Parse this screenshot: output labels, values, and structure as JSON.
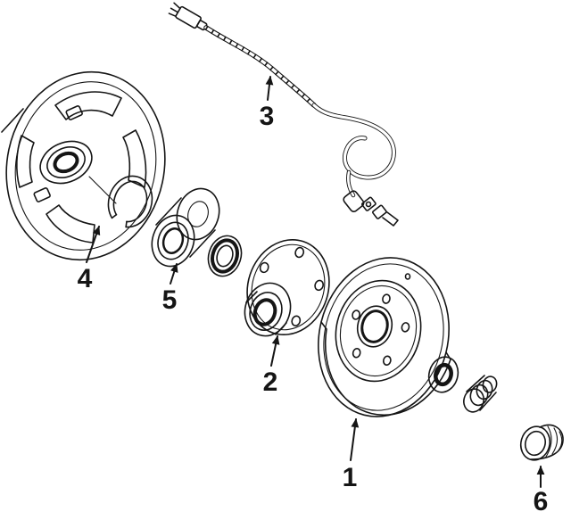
{
  "canvas": {
    "background": "#ffffff",
    "ink": "#151515"
  },
  "callouts": [
    {
      "label": "1",
      "part": "brake-rotor"
    },
    {
      "label": "2",
      "part": "hub-assembly"
    },
    {
      "label": "3",
      "part": "abs-sensor-harness"
    },
    {
      "label": "4",
      "part": "brake-backing-plate"
    },
    {
      "label": "5",
      "part": "wheel-bearing"
    },
    {
      "label": "6",
      "part": "grease-cap"
    }
  ]
}
